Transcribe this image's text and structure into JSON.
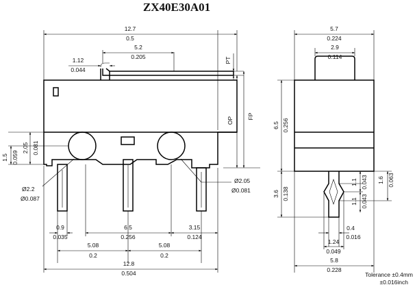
{
  "title": "ZX40E30A01",
  "dims": {
    "overall_width_mm": "12.7",
    "overall_width_in": "0.5",
    "lever_len_mm": "5.2",
    "lever_len_in": "0.205",
    "lever_pivot_mm": "1.12",
    "lever_pivot_in": "0.044",
    "pt": "PT",
    "op": "OP",
    "fp": "FP",
    "hole_height_mm": "2.05",
    "hole_height_in": "0.081",
    "base_height_mm": "1.5",
    "base_height_in": "0.059",
    "hole_left_mm": "Ø2.2",
    "hole_left_in": "Ø0.087",
    "hole_right_mm": "Ø2.05",
    "hole_right_in": "Ø0.081",
    "pin_w_mm": "0.9",
    "pin_w_in": "0.035",
    "pin_mid_mm": "6.5",
    "pin_mid_in": "0.256",
    "pin_right_mm": "3.15",
    "pin_right_in": "0.124",
    "pitch1_mm": "5.08",
    "pitch1_in": "0.2",
    "pitch2_mm": "5.08",
    "pitch2_in": "0.2",
    "base_width_mm": "12.8",
    "base_width_in": "0.504",
    "side_width_mm": "5.7",
    "side_width_in": "0.224",
    "button_w_mm": "2.9",
    "button_w_in": "0.114",
    "body_height_mm": "6.5",
    "body_height_in": "0.256",
    "lead_len_mm": "3.6",
    "lead_len_in": "0.138",
    "kink_a_mm": "1.1",
    "kink_a_in": "0.043",
    "kink_b_mm": "1.1",
    "kink_b_in": "0.043",
    "kink_total_mm": "1.6",
    "kink_total_in": "0.063",
    "lead_thick_mm": "0.4",
    "lead_thick_in": "0.016",
    "lead_w_mm": "1.24",
    "lead_w_in": "0.049",
    "side_base_mm": "5.8",
    "side_base_in": "0.228",
    "tolerance_line1": "Tolerance ±0.4mm",
    "tolerance_line2": "±0.016inch"
  }
}
